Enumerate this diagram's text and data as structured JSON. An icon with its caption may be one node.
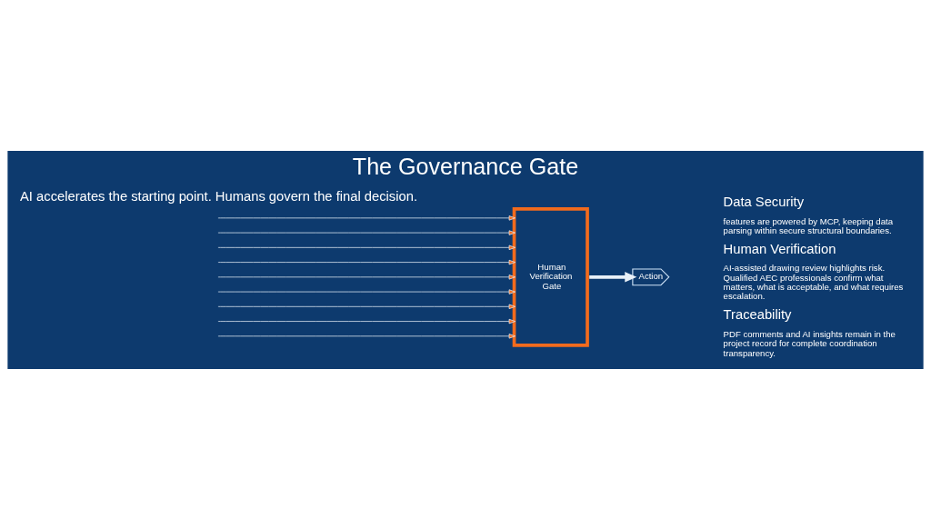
{
  "diagram": {
    "title": "The Governance Gate",
    "nodes": [
      {
        "text": [
          "Human Verification Gate"
        ]
      },
      {
        "text": [
          "Action"
        ]
      }
    ],
    "edges": [
      {
        "from": null,
        "to": 0,
        "arrow": "to"
      },
      {
        "from": null,
        "to": 0,
        "arrow": "to"
      },
      {
        "from": null,
        "to": 0,
        "arrow": "to"
      },
      {
        "from": null,
        "to": 0,
        "arrow": "to"
      },
      {
        "from": null,
        "to": 0,
        "arrow": "to"
      },
      {
        "from": null,
        "to": 0,
        "arrow": "to"
      },
      {
        "from": null,
        "to": 0,
        "arrow": "to"
      },
      {
        "from": null,
        "to": 0,
        "arrow": "to"
      },
      {
        "from": null,
        "to": 0,
        "arrow": "to"
      },
      {
        "from": 0,
        "to": 1,
        "arrow": "to",
        "style": "thick"
      }
    ],
    "labels": [
      "AI accelerates the starting point. Humans govern the final decision.",
      "Data Security",
      "features are powered by MCP, keeping data parsing within secure structural boundaries.",
      "Human Verification",
      "AI-assisted drawing review highlights risk. Qualified AEC professionals confirm what matters, what is acceptable, and what requires escalation.",
      "Traceability",
      "PDF comments and AI insights remain in the project record for complete coordination transparency."
    ]
  }
}
